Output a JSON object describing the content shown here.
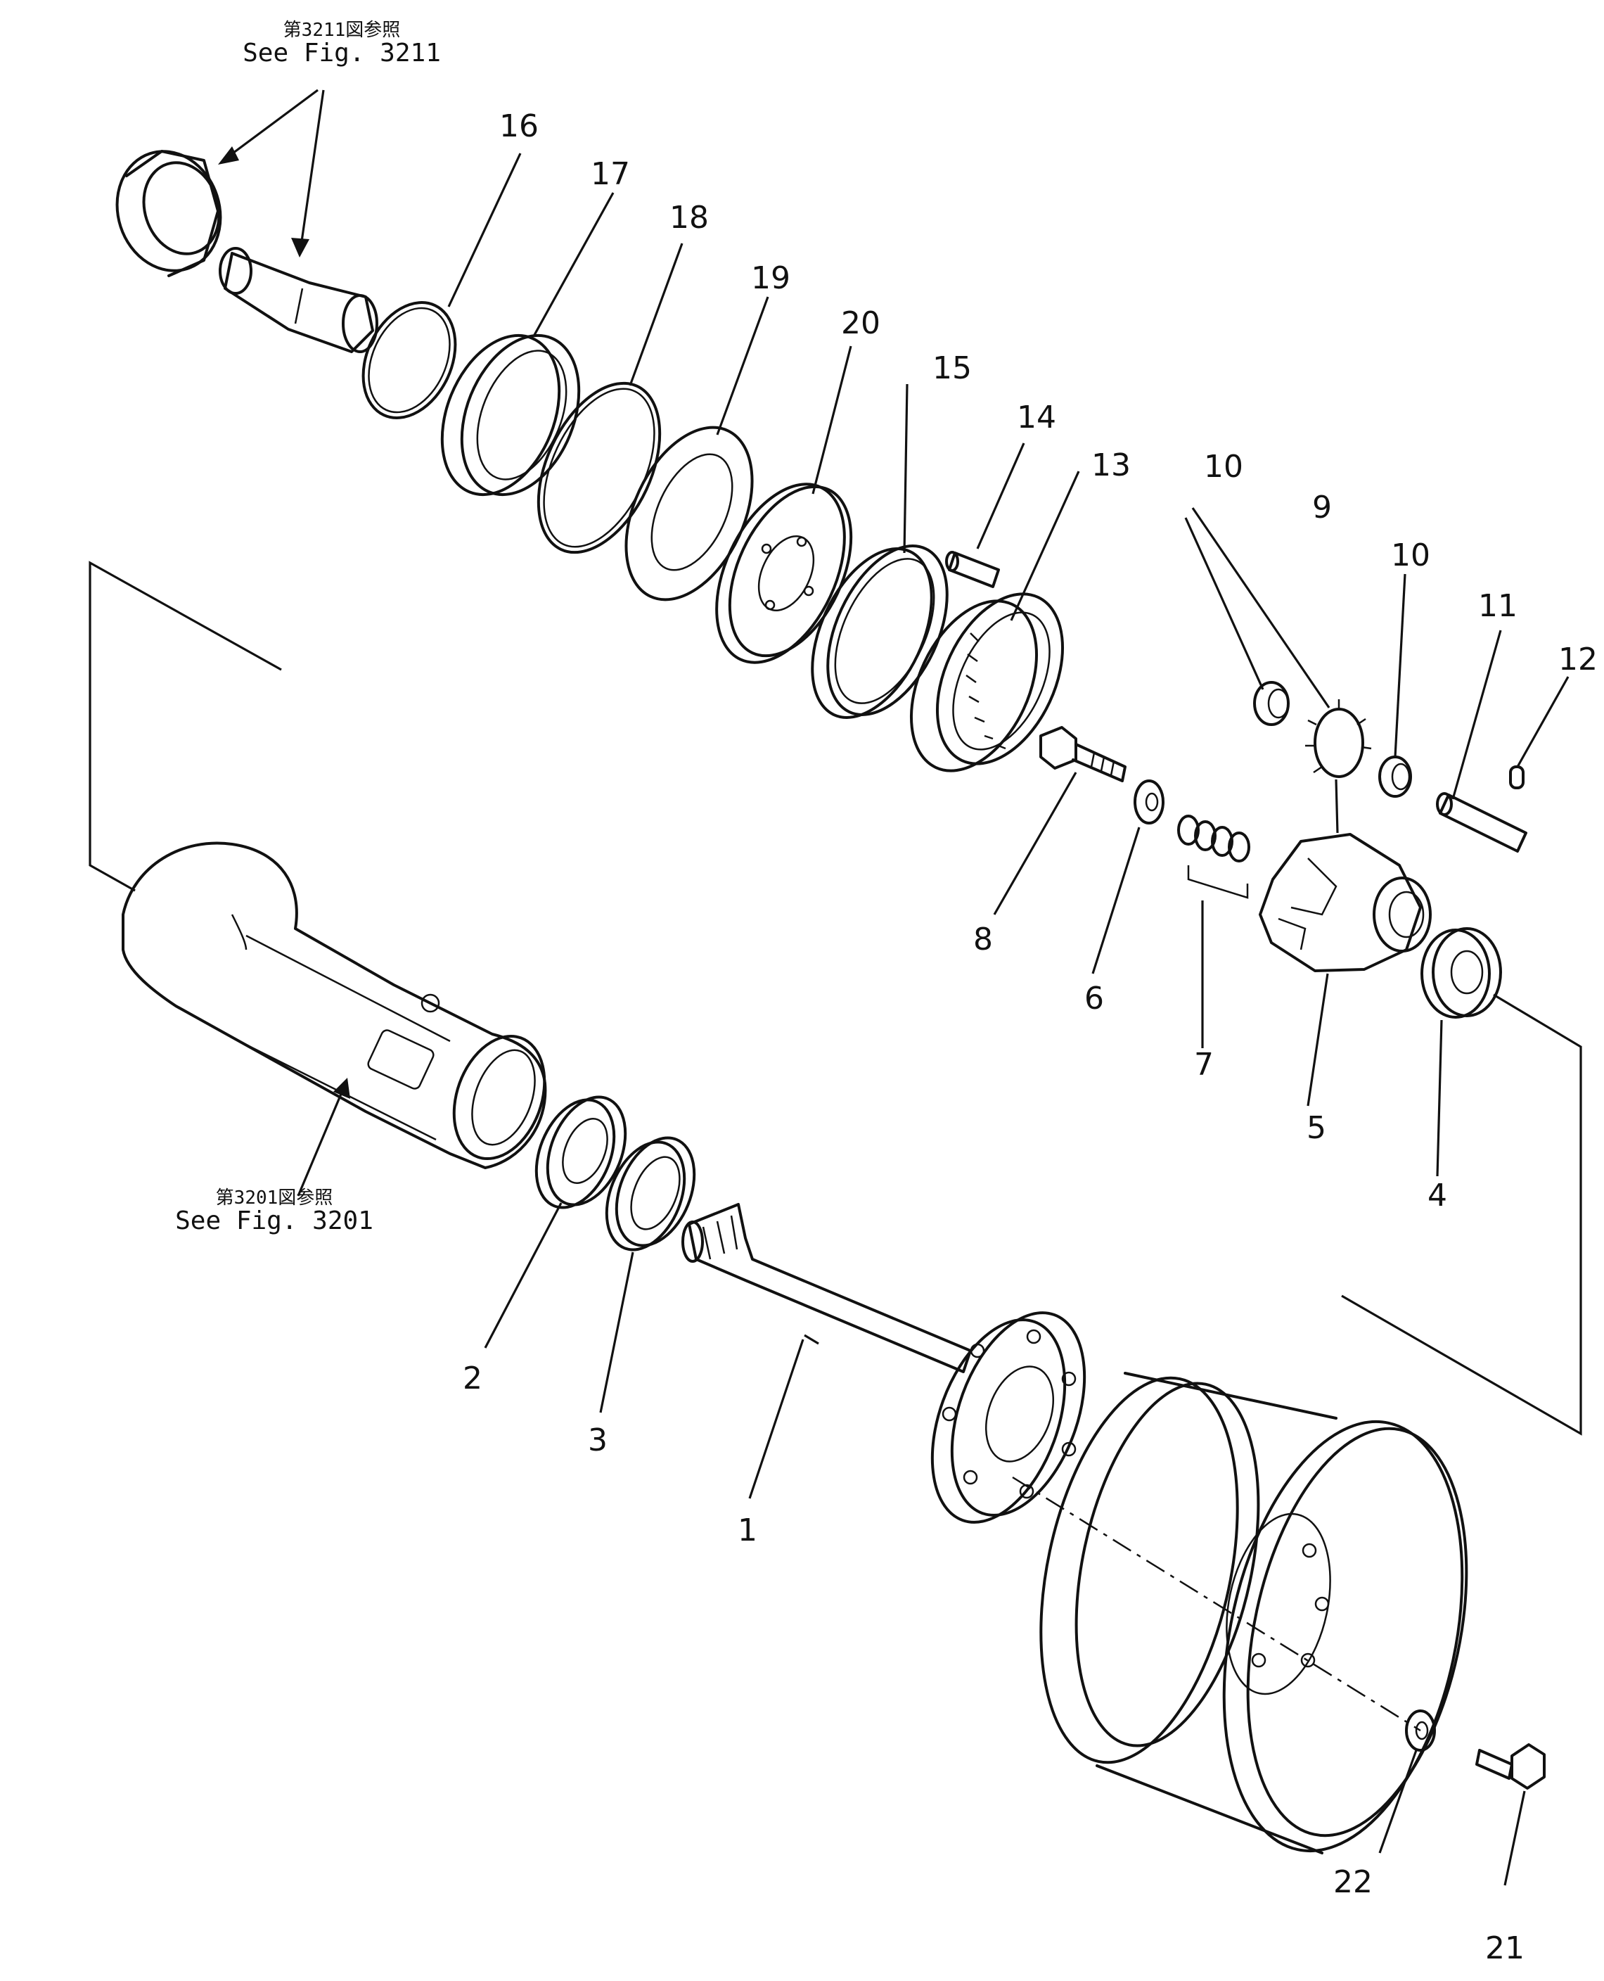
{
  "references": [
    {
      "id": "ref-3211",
      "ja": "第3211図参照",
      "en": "See Fig. 3211"
    },
    {
      "id": "ref-3201",
      "ja": "第3201図参照",
      "en": "See Fig. 3201"
    }
  ],
  "callouts": [
    "1",
    "2",
    "3",
    "4",
    "5",
    "6",
    "7",
    "8",
    "9",
    "10",
    "10",
    "11",
    "12",
    "13",
    "14",
    "15",
    "16",
    "17",
    "18",
    "19",
    "20",
    "21",
    "22"
  ]
}
